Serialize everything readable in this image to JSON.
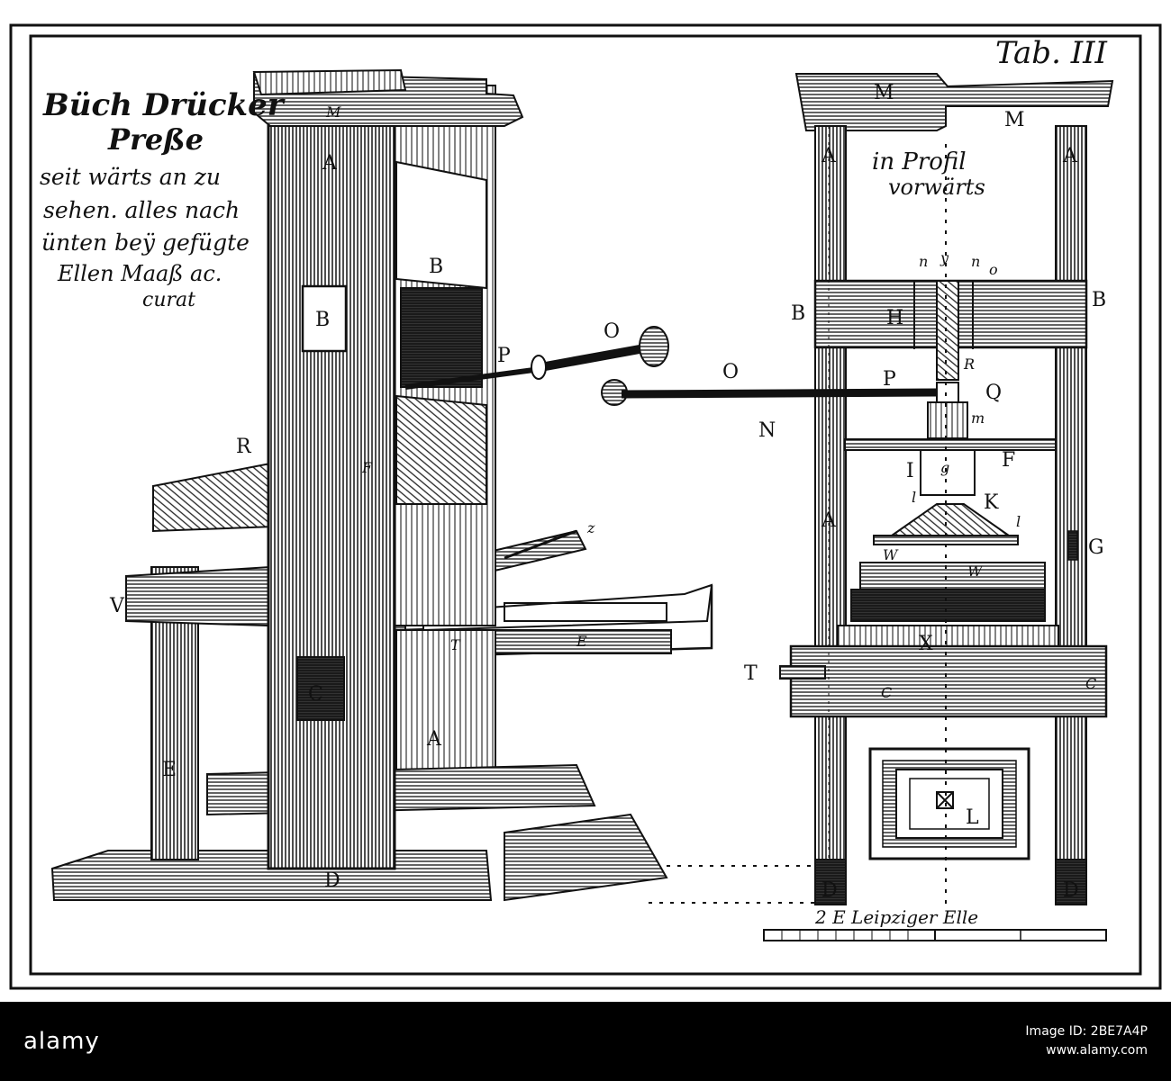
{
  "plate": {
    "number": "Tab. III",
    "title_lines": [
      "Büch Drücker",
      "Preße",
      "seit wärts an zu",
      "sehen. alles nach",
      "ünten beÿ gefügte",
      "Ellen Maaß ac.",
      "curat"
    ],
    "profile_lines": [
      "in Profil",
      "vorwärts"
    ],
    "scale_label": "2 E Leipziger Elle"
  },
  "left_labels": [
    "A",
    "B",
    "B",
    "O",
    "P",
    "R",
    "F",
    "z",
    "V",
    "T",
    "E",
    "C",
    "A",
    "E",
    "D",
    "M"
  ],
  "right_labels": [
    "M",
    "M",
    "A",
    "A",
    "B",
    "B",
    "H",
    "n",
    "y",
    "n",
    "o",
    "O",
    "P",
    "R",
    "Q",
    "N",
    "m",
    "F",
    "I",
    "g",
    "l",
    "K",
    "l",
    "G",
    "W",
    "W",
    "X",
    "T",
    "C",
    "C",
    "A",
    "L",
    "D",
    "D"
  ],
  "watermark": {
    "logo": "alamy",
    "image_id_label": "Image ID: 2BE7A4P",
    "site": "www.alamy.com"
  },
  "colors": {
    "ink": "#111111",
    "paper": "#ffffff",
    "hatch": "#2a2a2a"
  }
}
